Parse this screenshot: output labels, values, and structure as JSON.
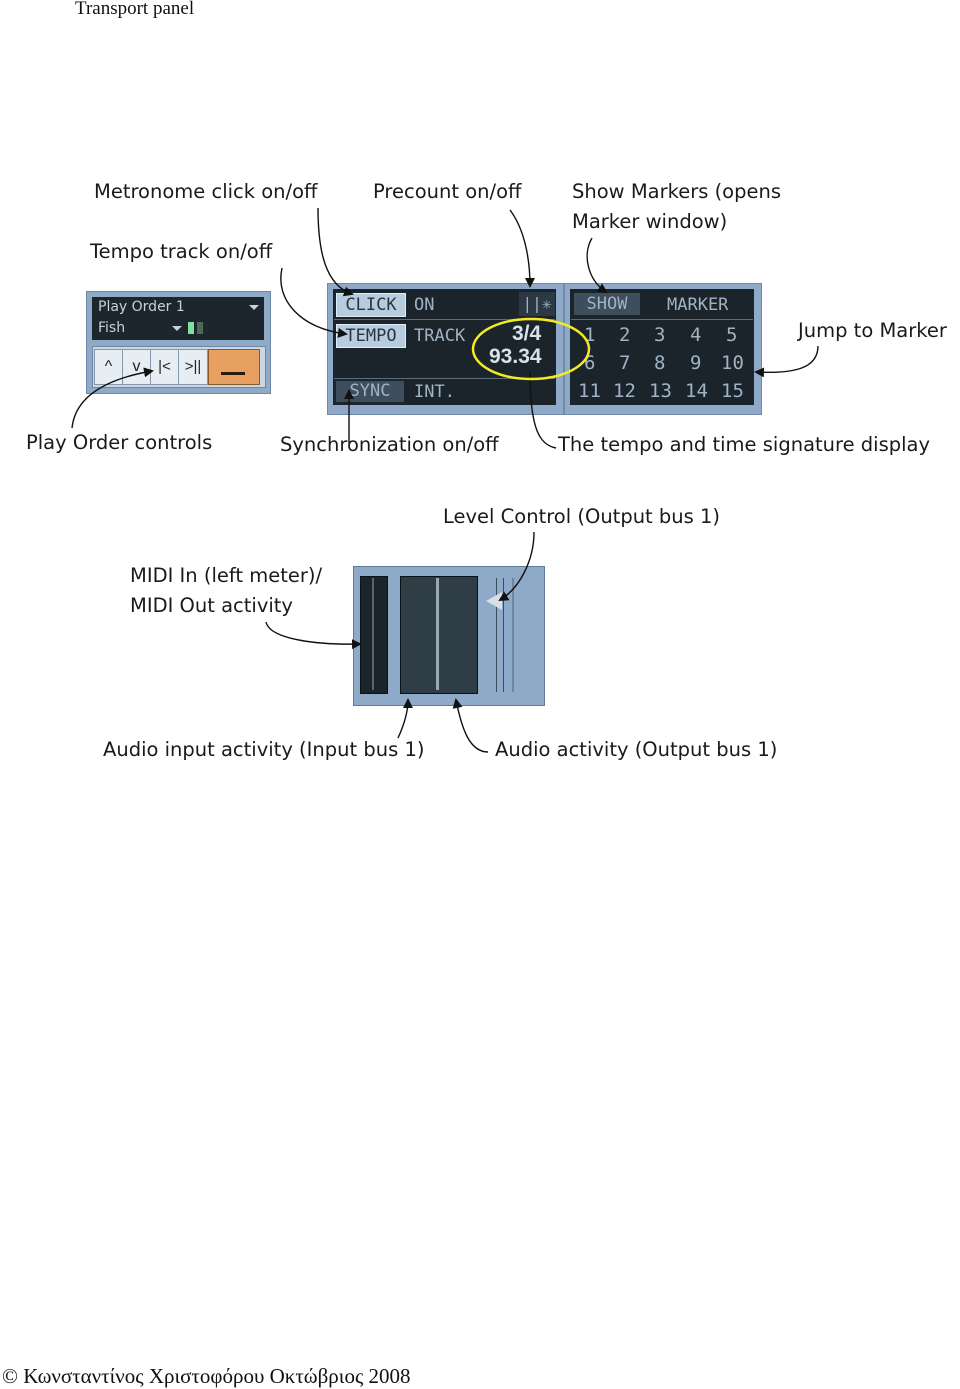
{
  "page": {
    "title": "Transport panel",
    "footer": "© Κωνσταντίνος Χριστοφόρου Οκτώβριος 2008"
  },
  "callouts": {
    "metronome": "Metronome click on/off",
    "precount": "Precount on/off",
    "show_markers_1": "Show Markers (opens",
    "show_markers_2": "Marker window)",
    "tempo_track": "Tempo track on/off",
    "jump_marker": "Jump to Marker",
    "play_order": "Play Order controls",
    "sync": "Synchronization on/off",
    "tempo_display": "The tempo and time signature display",
    "level_control": "Level Control (Output bus 1)",
    "midi_1": "MIDI In (left meter)/",
    "midi_2": "MIDI Out activity",
    "audio_in": "Audio input activity (Input bus 1)",
    "audio_out": "Audio activity (Output bus 1)"
  },
  "play_order_panel": {
    "name": "Play Order 1",
    "part": "Fish"
  },
  "transport": {
    "click": "CLICK",
    "click_state": "ON",
    "tempo": "TEMPO",
    "tempo_state": "TRACK",
    "sync": "SYNC",
    "sync_state": "INT.",
    "time_signature": "3/4",
    "tempo_value": "93.34",
    "precount_icon": "precount-icon"
  },
  "markers": {
    "show": "SHOW",
    "label": "MARKER",
    "row1": [
      "1",
      "2",
      "3",
      "4",
      "5"
    ],
    "row2": [
      "6",
      "7",
      "8",
      "9",
      "10"
    ],
    "row3": [
      "11",
      "12",
      "13",
      "14",
      "15"
    ]
  },
  "colors": {
    "panel_frame": "#8fa9c8",
    "lcd": "#1c242b",
    "lcd_text": "#9fb3c4",
    "highlight": "#b8cce0",
    "accent_orange": "#e8a060",
    "circle": "#f2ea22"
  }
}
